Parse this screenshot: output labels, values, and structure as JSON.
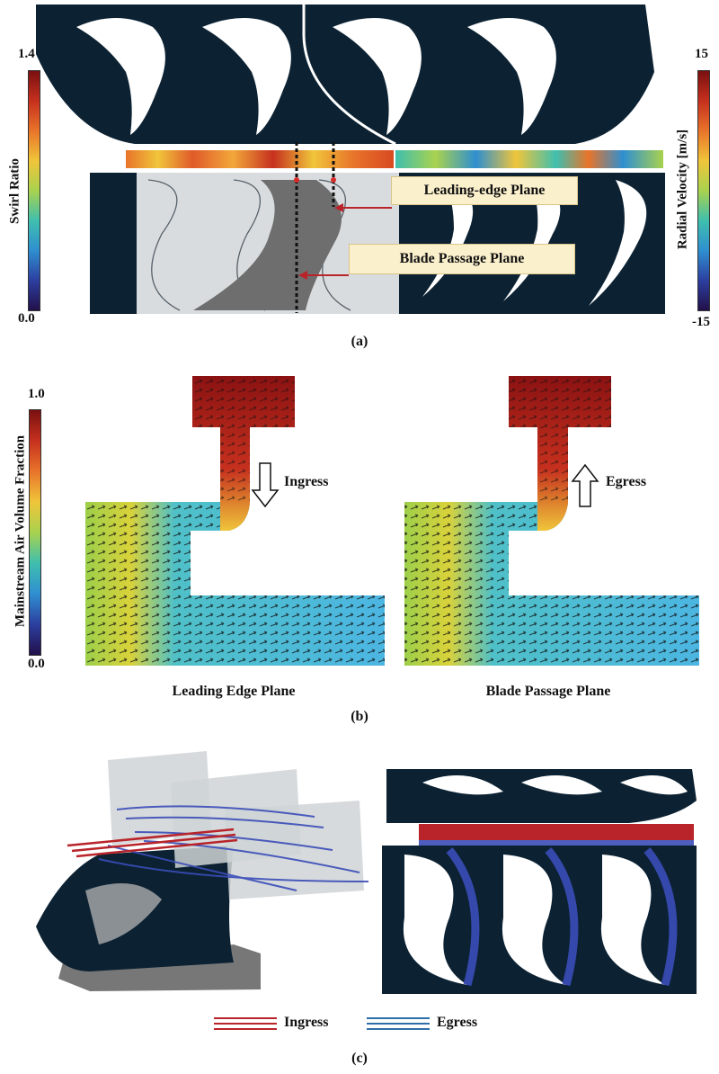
{
  "panel_a": {
    "caption": "(a)",
    "swirl_colorbar": {
      "title": "Swirl Ratio",
      "max": "1.4",
      "min": "0.0"
    },
    "velocity_colorbar": {
      "title": "Radial Velocity [m/s]",
      "max": "15",
      "min": "-15"
    },
    "callouts": {
      "leading_edge": "Leading-edge Plane",
      "blade_passage": "Blade Passage Plane"
    }
  },
  "panel_b": {
    "caption": "(b)",
    "colorbar": {
      "title": "Mainstream Air Volume Fraction",
      "max": "1.0",
      "min": "0.0"
    },
    "left_plot": {
      "label": "Leading Edge Plane",
      "flow_label": "Ingress"
    },
    "right_plot": {
      "label": "Blade Passage Plane",
      "flow_label": "Egress"
    }
  },
  "panel_c": {
    "caption": "(c)",
    "legend": [
      {
        "label": "Ingress",
        "color": "#b8242a"
      },
      {
        "label": "Egress",
        "color": "#2f6fa8"
      }
    ]
  },
  "colors": {
    "navy": "#0c2233",
    "ingress": "#b8242a",
    "egress": "#2f6fa8",
    "callout_bg": "#fbf0cc"
  }
}
